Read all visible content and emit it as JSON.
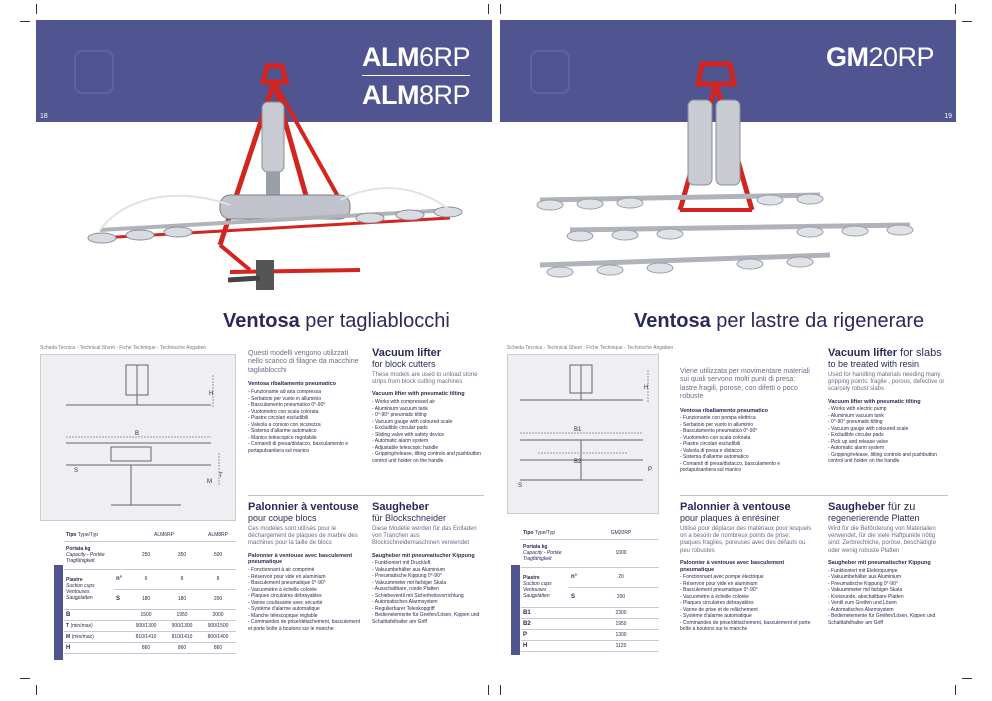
{
  "left_page": {
    "page_number": "18",
    "title_line1_bold": "ALM",
    "title_line1_rest": "6RP",
    "title_line2_bold": "ALM",
    "title_line2_rest": "8RP",
    "section_bold": "Ventosa",
    "section_rest": " per tagliablocchi",
    "tech_sheet_label": "Scheda Tecnica - Technical Sheet - Fiche Technique - Technische Angaben",
    "italian": {
      "intro": "Questi modelli vengono utilizzati nello scarico di filagne da macchine tagliablocchi",
      "heading": "Ventosa ribaltamento pneumatico",
      "items": [
        "- Funzionante ad aria compressa",
        "- Serbatoio per vuoto in alluminio",
        "- Basculamento pneumatico 0°-90°",
        "- Vuotometro con scala colorata",
        "- Piastre circolari escludibili",
        "- Valvola a corsoio con sicurezza",
        "- Sistema d'allarme automatico",
        "- Manico telescopico regolabile",
        "- Comandi di presa/distacco, basculamento e portapulsantiera sul manico"
      ]
    },
    "english": {
      "head_bold": "Vacuum lifter",
      "head_sub": "for block cutters",
      "intro": "These models are used to unload stone strips from block cutting machines",
      "heading": "Vacuum lifter with pneumatic tilting",
      "items": [
        "- Works with compressed air",
        "- Aluminium vacuum tank",
        "- 0°-90° pneumatic tilting",
        "- Vacuum gauge with coloured scale",
        "- Excludible circular pads",
        "- Sliding valve with safety device",
        "- Automatic alarm system",
        "- Adjustable telescopic handle",
        "- Gripping/release, tilting controls and pushbutton control unit holder on the handle"
      ]
    },
    "french": {
      "head_bold": "Palonnier à ventouse",
      "head_sub": "pour coupe blocs",
      "intro": "Ces modèles sont utilisés pour le déchargement de plaques de marbre des machines pour la taille de blocs",
      "heading": "Palonnier à ventouse avec basculement pneumatique",
      "items": [
        "- Fonctionnant à air comprimé",
        "- Réservoir pour vide en aluminium",
        "- Basculement pneumatique 0°-90°",
        "- Vacuomètre à échelle colorée",
        "- Plaques circulaires débrayables",
        "- Vanne coulissante avec sécurité",
        "- Système d'alarme automatique",
        "- Manche télescopique réglable",
        "- Commandes de prise/détachement, basculement et porte boîte à boutons sur le manche"
      ]
    },
    "german": {
      "head_bold": "Saugheber",
      "head_sub": "für Blockschneider",
      "intro": "Diese Modelle werden für das Entladen von Tranchen aus Blockschneidemaschinen verwendet",
      "heading": "Saugheber mit pneumatischer Kippung",
      "items": [
        "- Funktioniert mit Druckluft",
        "- Vakuumbehälter aus Aluminium",
        "- Pneumatische Kippung 0°-90°",
        "- Vakuummeter mit farbiger Skala",
        "- Ausschaltbare, runde Platten",
        "- Schiebeventil mit Sicherheitsvorrichtung",
        "- Automatisches Alarmsystem",
        "- Regulierbarer Teleskopgriff",
        "- Bedienelemente für Greifen/Lösen, Kippen und Schalttafelhalter am Griff"
      ]
    },
    "table": {
      "type_label": "Tipo",
      "type_sub": "Type/Typ",
      "models": [
        "ALM6RP",
        "ALM8RP"
      ],
      "rows": [
        {
          "label": "Portata kg",
          "sub": "Capacity - Portée Tragfähigkeit",
          "unit": "",
          "values": [
            "250",
            "350",
            "500"
          ]
        },
        {
          "label": "Piastre",
          "sub": "Suction cups Ventouses Saugplatten",
          "unit": "n°",
          "values": [
            "6",
            "8",
            "8"
          ]
        },
        {
          "label": "",
          "sub": "",
          "unit": "S",
          "values": [
            "180",
            "180",
            "200"
          ]
        },
        {
          "label": "B",
          "sub": "",
          "unit": "",
          "values": [
            "1500",
            "1950",
            "2000"
          ]
        },
        {
          "label": "T",
          "sub": "(min/max)",
          "unit": "",
          "values": [
            "900/1300",
            "900/1300",
            "900/1500"
          ]
        },
        {
          "label": "M",
          "sub": "(min/max)",
          "unit": "",
          "values": [
            "810/1410",
            "810/1410",
            "800/1400"
          ]
        },
        {
          "label": "H",
          "sub": "",
          "unit": "",
          "values": [
            "860",
            "860",
            "860"
          ]
        }
      ]
    }
  },
  "right_page": {
    "page_number": "19",
    "title_bold": "GM",
    "title_rest": "20RP",
    "section_bold": "Ventosa",
    "section_rest": " per lastre da rigenerare",
    "tech_sheet_label": "Scheda Tecnica - Technical Sheet - Fiche Technique - Technische Angaben",
    "italian": {
      "intro": "Viene utilizzata per movimentare materiali sui quali servono molti punti di presa: lastre fragili, porose, con difetti o poco robuste",
      "heading": "Ventosa ribaltamento pneumatico",
      "items": [
        "- Funzionante con pompa elettrica",
        "- Serbatoio per vuoto in alluminio",
        "- Basculamento pneumatico 0°-90°",
        "- Vuotometro con scala colorata",
        "- Piastre circolari escludibili",
        "- Valvola di presa e distacco",
        "- Sistema d'allarme automatico",
        "- Comandi di presa/distacco, basculamento e portapulsantiera sul manico"
      ]
    },
    "english": {
      "head_bold": "Vacuum lifter",
      "head_sub_inline": " for slabs",
      "head_sub": "to be treated with resin",
      "intro": "Used for handling materials needing many gripping points: fragile , porous, defective or scarcely robust slabs",
      "heading": "Vacuum lifter with pneumatic tilting",
      "items": [
        "- Works with electric pump",
        "- Aluminium vacuum tank",
        "- 0°-90° pneumatic tilting",
        "- Vacuum gauge with coloured scale",
        "- Excludible circular pads",
        "- Pick up and release valve",
        "- Automatic alarm system",
        "- Gripping/release, tilting controls and pushbutton control unit holder on the handle"
      ]
    },
    "french": {
      "head_bold": "Palonnier à ventouse",
      "head_sub": "pour plaques à enrésiner",
      "intro": "Utilisé pour déplacer des matériaux pour lesquels on a besoin de nombreux points de prise: plaques fragiles, poreuses avec des défauts ou peu robustes",
      "heading": "Palonnier à ventouse avec basculement pneumatique",
      "items": [
        "- Fonctionnant avec pompe électrique",
        "- Réservoir pour vide en aluminium",
        "- Basculement pneumatique 0°-90°",
        "- Vacuomètre à échelle colorée",
        "- Plaques circulaires débrayables",
        "- Vanne de prise et de relâchement",
        "- Système d'alarme automatique",
        "- Commandes de prise/détachement, basculement et porte boîte à boutons sur le manche"
      ]
    },
    "german": {
      "head_bold": "Saugheber",
      "head_sub_inline": " für zu",
      "head_sub": "regenerierende Platten",
      "intro": "Wird für die Beförderung von Materialien verwendet, für die viele Haftpunkte nötig sind: Zerbrechliche, poröse, beschädigte oder wenig robuste Platten",
      "heading": "Saugheber mit pneumatischer Kippung",
      "items": [
        "- Funktioniert mit Elektropumpe",
        "- Vakuumbehälter aus Aluminium",
        "- Pneumatische Kippung 0°-90°",
        "- Vakuummeter mit farbiger Skala",
        "- Kreisrunde, abschaltbare Platten",
        "- Ventil zum Greifen und Lösen",
        "- Automatisches Alarmsystem",
        "- Bedienelemente für Greifen/Lösen, Kippen und Schalttafelhalter am Griff"
      ]
    },
    "table": {
      "type_label": "Tipo",
      "type_sub": "Type/Typ",
      "models": [
        "GM20RP"
      ],
      "rows": [
        {
          "label": "Portata kg",
          "sub": "Capacity - Portée Tragfähigkeit",
          "unit": "",
          "values": [
            "1000"
          ]
        },
        {
          "label": "Piastre",
          "sub": "Suction cups Ventouses Saugplatten",
          "unit": "n°",
          "values": [
            "20"
          ]
        },
        {
          "label": "",
          "sub": "",
          "unit": "S",
          "values": [
            "200"
          ]
        },
        {
          "label": "B1",
          "sub": "",
          "unit": "",
          "values": [
            "2300"
          ]
        },
        {
          "label": "B2",
          "sub": "",
          "unit": "",
          "values": [
            "1950"
          ]
        },
        {
          "label": "P",
          "sub": "",
          "unit": "",
          "values": [
            "1300"
          ]
        },
        {
          "label": "H",
          "sub": "",
          "unit": "",
          "values": [
            "1120"
          ]
        }
      ]
    },
    "drawing_labels": [
      "H",
      "B1",
      "B2",
      "P",
      "S"
    ]
  },
  "left_drawing_labels": [
    "H",
    "B",
    "S",
    "T",
    "M"
  ],
  "colors": {
    "banner": "#505490",
    "frame_red": "#d42420",
    "text_navy": "#2a2a5a"
  }
}
